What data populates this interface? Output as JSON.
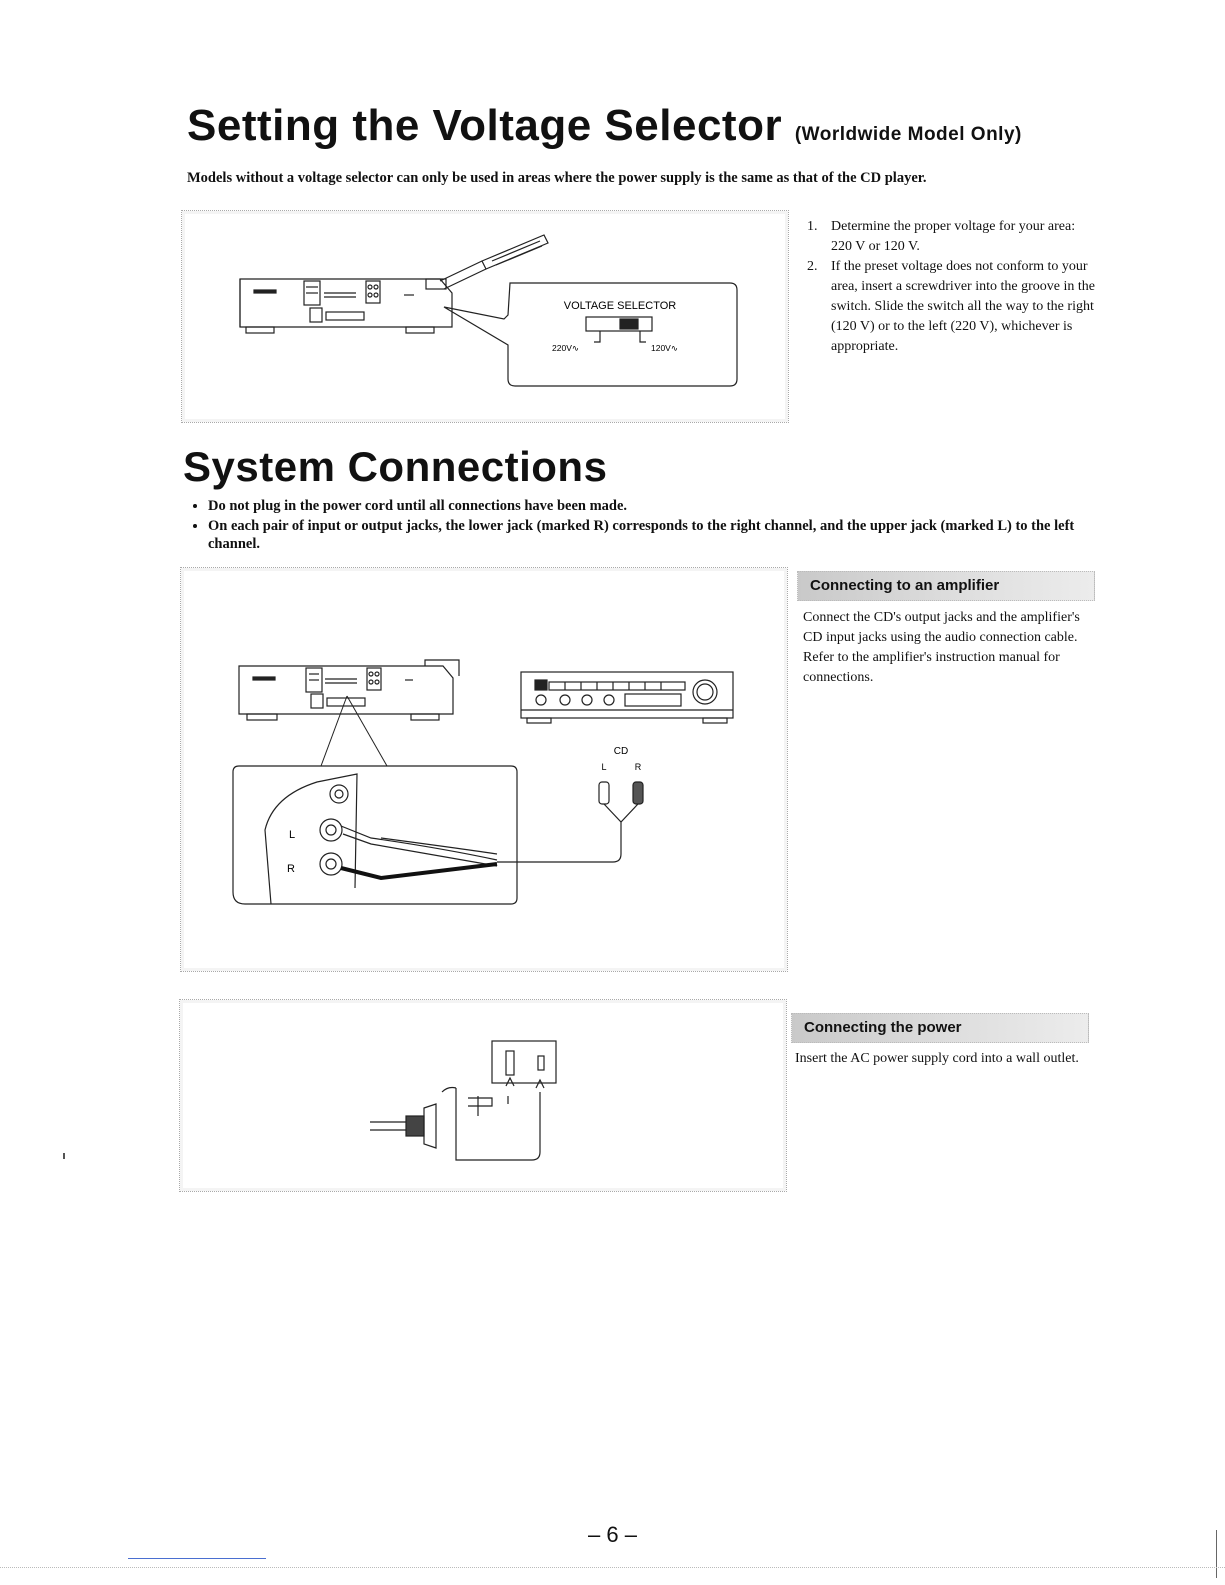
{
  "section1": {
    "title": "Setting the Voltage Selector",
    "title_suffix": "(Worldwide Model Only)",
    "intro": "Models without a voltage selector can only be used in areas where the power supply is the same as that of the CD player.",
    "steps": [
      {
        "num": "1.",
        "text": "Determine the proper voltage for your area: 220 V or 120 V."
      },
      {
        "num": "2.",
        "text": "If the preset voltage does not conform to your area, insert a screwdriver into the groove in the switch. Slide the switch all the way to the right (120 V) or to the left (220 V), whichever is appropriate."
      }
    ],
    "figure": {
      "callout_label": "VOLTAGE SELECTOR",
      "label_220": "220V∿",
      "label_120": "120V∿"
    }
  },
  "section2": {
    "title": "System Connections",
    "bullets": [
      "Do not plug in the power cord until all connections have been made.",
      "On each pair of input or output jacks, the lower jack (marked R) corresponds to the right channel, and the upper jack (marked L) to the left channel."
    ],
    "amplifier": {
      "heading": "Connecting to an amplifier",
      "text": "Connect the CD's output jacks and the amplifier's CD input jacks using the audio connection cable. Refer to the amplifier's instruction manual for connections.",
      "figure": {
        "cd_label": "CD",
        "l_label": "L",
        "r_label": "R",
        "jack_l": "L",
        "jack_r": "R"
      }
    },
    "power": {
      "heading": "Connecting the power",
      "text": "Insert the AC power supply cord into a wall outlet."
    }
  },
  "page_number": "– 6 –"
}
